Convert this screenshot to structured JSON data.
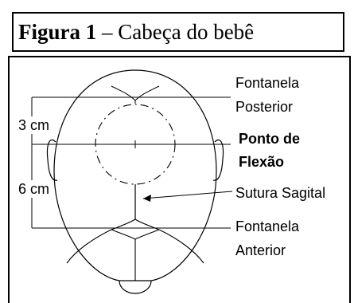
{
  "title": {
    "figure_label": "Figura 1",
    "separator": " – ",
    "caption": "Cabeça do bebê"
  },
  "dimensions": {
    "upper": "3 cm",
    "lower": "6 cm"
  },
  "labels": {
    "posterior_line1": "Fontanela",
    "posterior_line2": "Posterior",
    "flexion_line1": "Ponto de",
    "flexion_line2": "Flexão",
    "suture": "Sutura Sagital",
    "anterior_line1": "Fontanela",
    "anterior_line2": "Anterior"
  }
}
